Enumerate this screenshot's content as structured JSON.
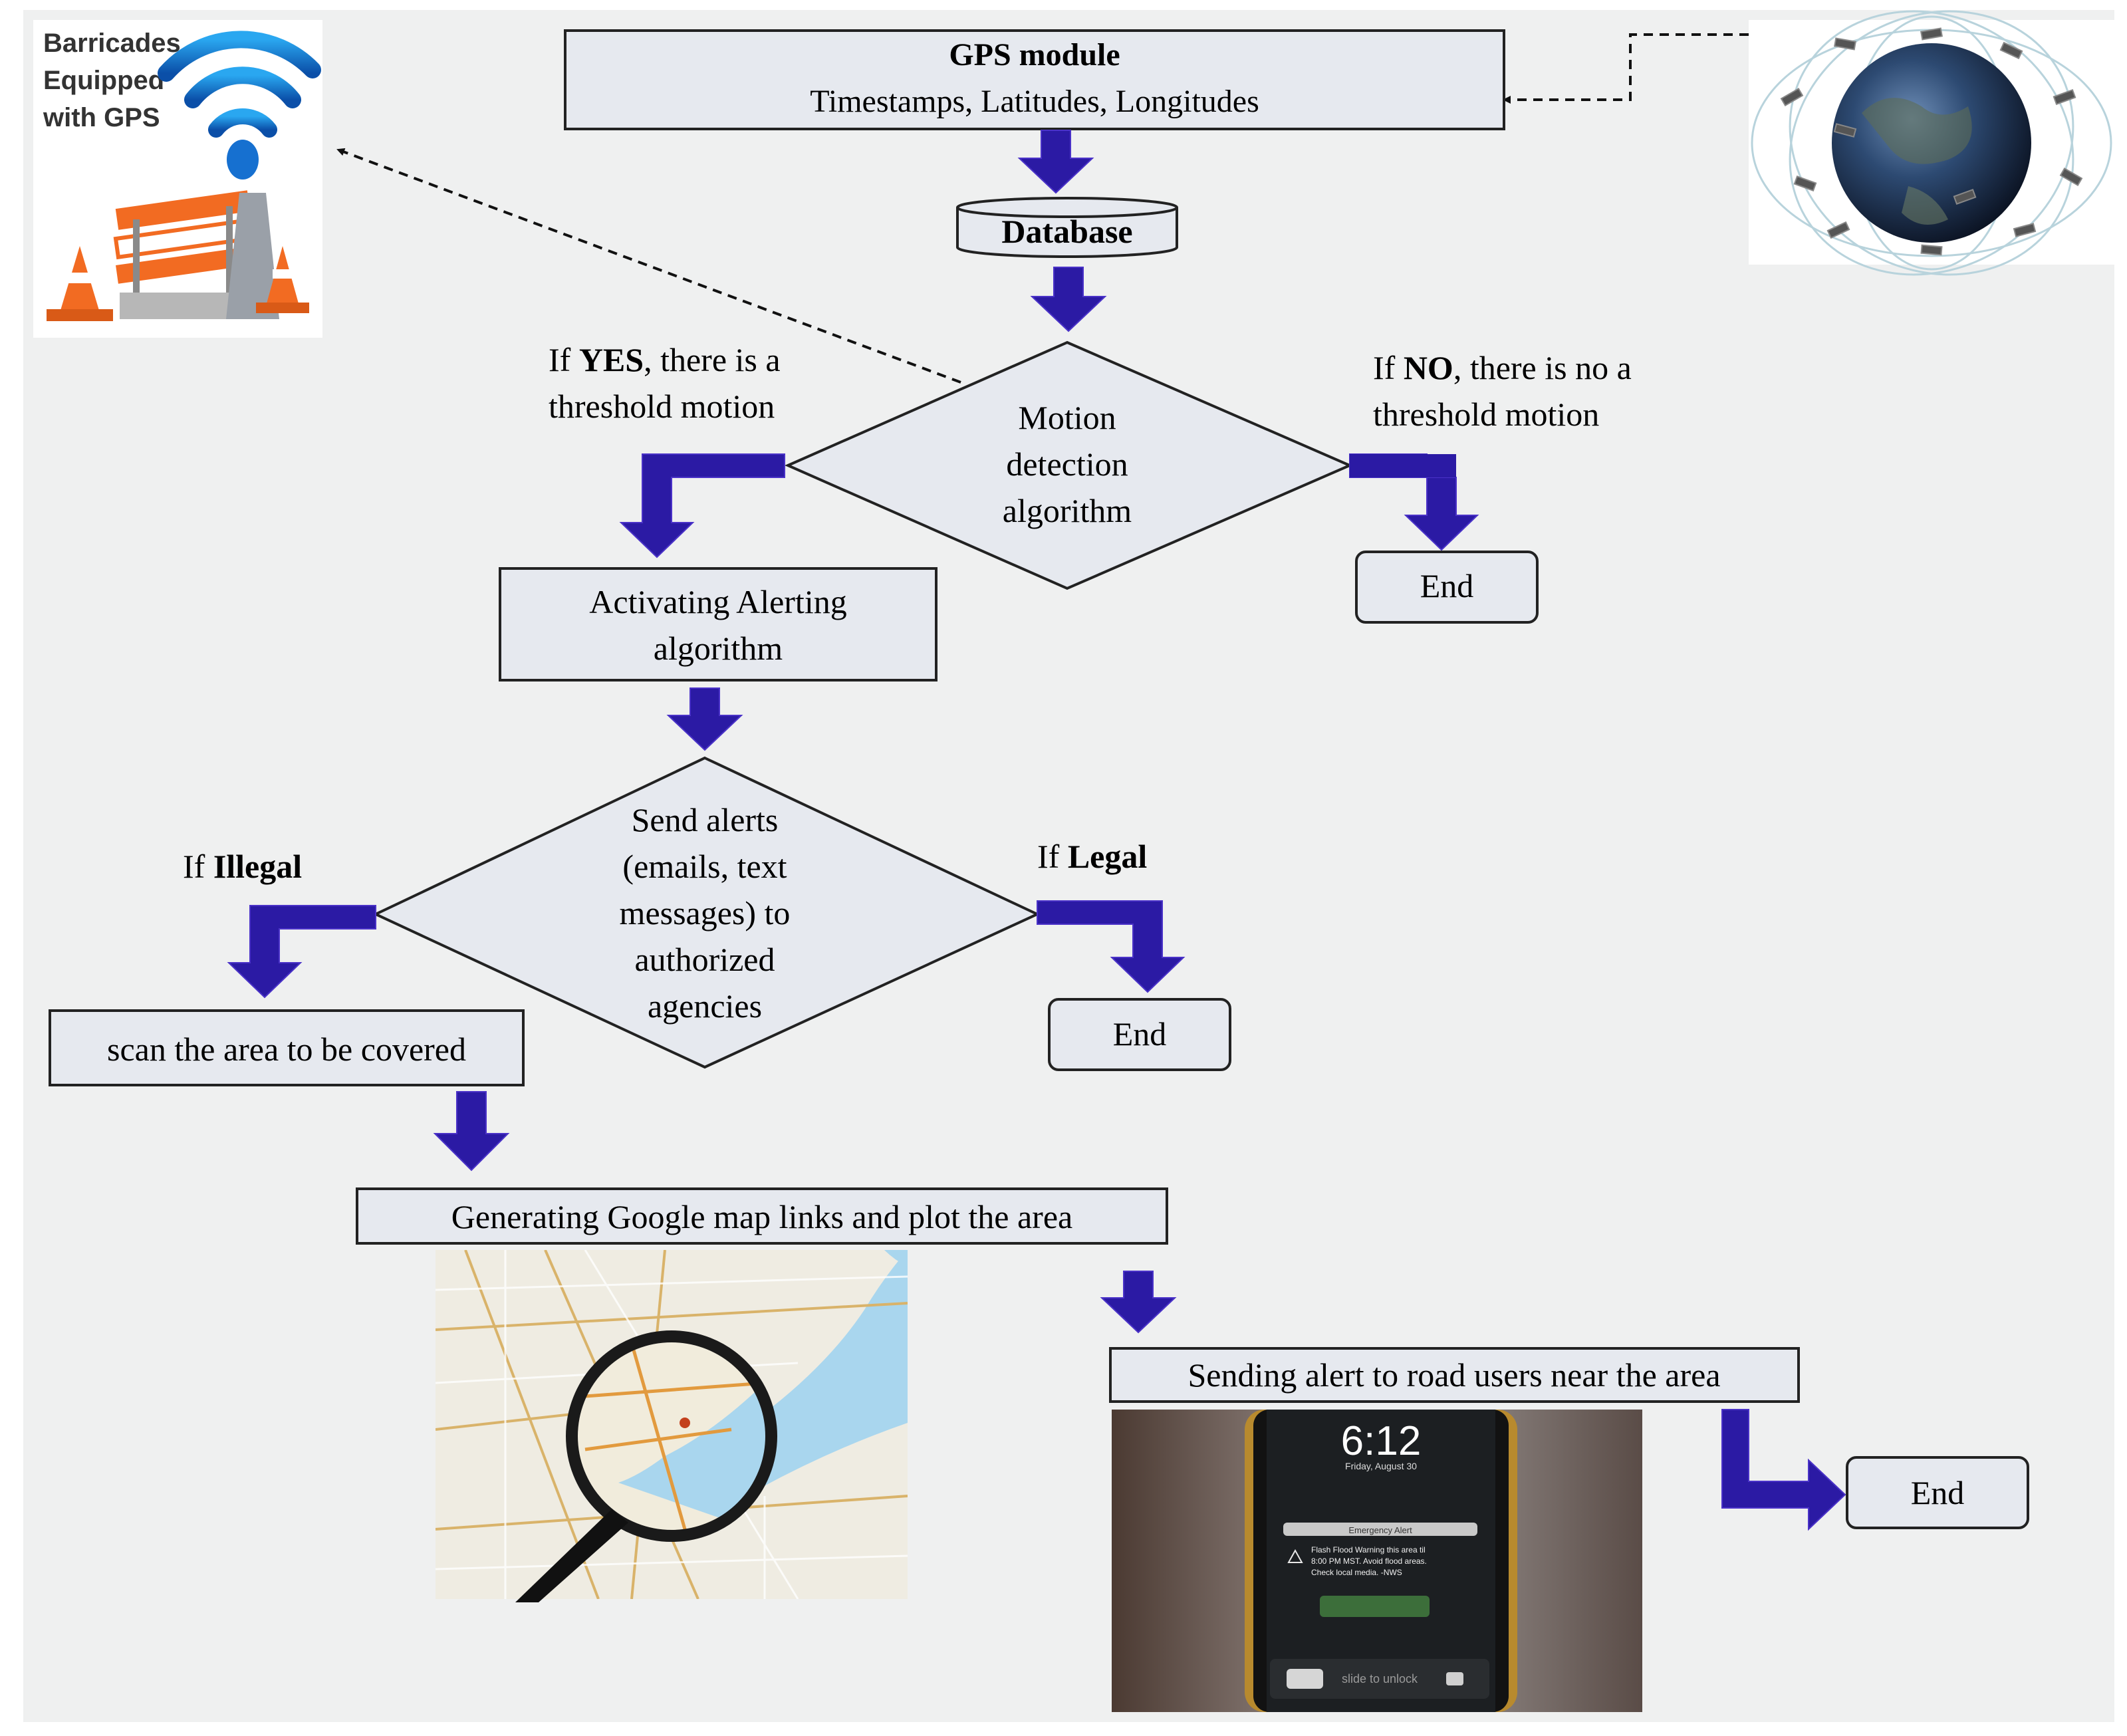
{
  "colors": {
    "background": "#eff0f0",
    "box_fill": "#e6e9ef",
    "box_stroke": "#222222",
    "arrow": "#2b1aa4",
    "arrow_stroke": "#4a32c8",
    "map_water": "#a9d6ee",
    "map_land": "#efece2"
  },
  "icons": {
    "barricade": "barricade-wifi-icon",
    "satellite": "satellite-globe-icon",
    "map": "map-magnifier-icon",
    "phone": "phone-alert-icon"
  },
  "barricade_label": [
    "Barricades",
    "Equipped",
    "with GPS"
  ],
  "gps_module": {
    "title": "GPS module",
    "subtitle": "Timestamps, Latitudes, Longitudes"
  },
  "database": {
    "label": "Database"
  },
  "motion_detection": {
    "lines": [
      "Motion",
      "detection",
      "algorithm"
    ]
  },
  "if_yes": {
    "prefix": "If ",
    "bold": "YES",
    "suffix": ", there is a",
    "line2": "threshold motion"
  },
  "if_no": {
    "prefix": "If ",
    "bold": "NO",
    "suffix": ", there is no a",
    "line2": "threshold motion"
  },
  "end_label": "End",
  "activating": {
    "lines": [
      "Activating Alerting",
      "algorithm"
    ]
  },
  "send_alerts": {
    "lines": [
      "Send alerts",
      "(emails, text",
      "messages) to",
      "authorized",
      "agencies"
    ]
  },
  "if_illegal": {
    "prefix": "If ",
    "bold": "Illegal"
  },
  "if_legal": {
    "prefix": "If ",
    "bold": "Legal"
  },
  "scan_area": {
    "label": "scan the area to be covered"
  },
  "google_map": {
    "label": "Generating Google map links and plot the area"
  },
  "sending_alert": {
    "label": "Sending alert to road users near the area"
  },
  "phone": {
    "time": "6:12",
    "date": "Friday, August 30",
    "alert_title": "Emergency Alert",
    "alert_lines": [
      "Flash Flood Warning this area til",
      "8:00 PM MST. Avoid flood areas.",
      "Check local media. -NWS"
    ],
    "slider": "slide to unlock"
  }
}
